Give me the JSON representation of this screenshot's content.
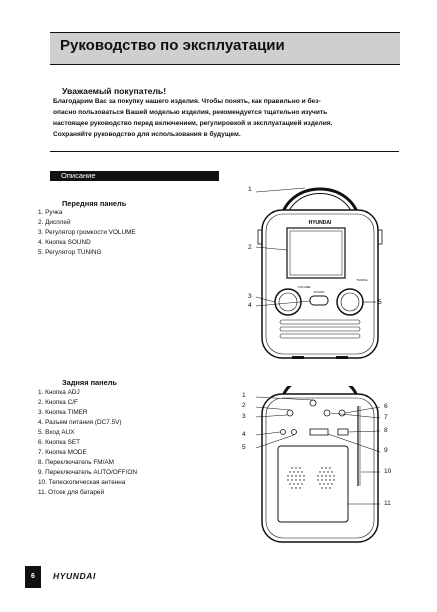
{
  "header": {
    "title": "Руководство по эксплуатации"
  },
  "intro": {
    "greeting": "Уважаемый покупатель!",
    "lines": [
      "Благодарим Вас за покупку нашего изделия. Чтобы понять, как правильно и без-",
      "опасно пользоваться Вашей моделью изделия, рекомендуется тщательно изучить",
      "настоящее руководство перед включением, регулировкой и эксплуатацией изделия.",
      "Сохраняйте руководство для использования в будущем."
    ]
  },
  "section": {
    "title": "Описание"
  },
  "front_panel": {
    "heading": "Передняя панель",
    "items": [
      "1. Ручка",
      "2. Дисплей",
      "3. Регулятор громкости VOLUME",
      "4. Кнопка SOUND",
      "5. Регулятор TUNING"
    ],
    "callouts": [
      "1",
      "2",
      "3",
      "4",
      "5"
    ],
    "device_labels": {
      "brand": "HYUNDAI",
      "volume": "VOLUME",
      "sound": "SOUND",
      "tuning": "TUNING"
    }
  },
  "rear_panel": {
    "heading": "Задняя панель",
    "items": [
      "1.  Кнопка ADJ",
      "2.  Кнопка C/F",
      "3.  Кнопка TIMER",
      "4.  Разъем питания (DC7.5V)",
      "5.  Вход AUX",
      "6.  Кнопка SET",
      "7.  Кнопка MODE",
      "8.  Переключатель FM/AM",
      "9.  Переключатель AUTO/OFF/ON",
      "10. Телескопическая антенна",
      "11. Отсек для батарей"
    ],
    "callouts_left": [
      "1",
      "2",
      "3",
      "4",
      "5"
    ],
    "callouts_right": [
      "6",
      "7",
      "8",
      "9",
      "10",
      "11"
    ]
  },
  "footer": {
    "page_number": "6",
    "logo": "HYUNDAI"
  },
  "colors": {
    "ink": "#111111",
    "header_fill": "#cfcfcf",
    "page": "#ffffff"
  }
}
